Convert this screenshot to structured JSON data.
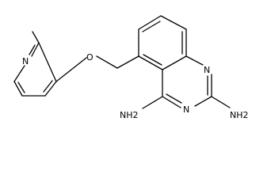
{
  "molecule": {
    "atoms": {
      "pyridine_n": "N",
      "ether_o": "O",
      "quinazoline_n1": "N",
      "quinazoline_n3": "N",
      "amine_4": "NH2",
      "amine_2": "NH2"
    }
  }
}
